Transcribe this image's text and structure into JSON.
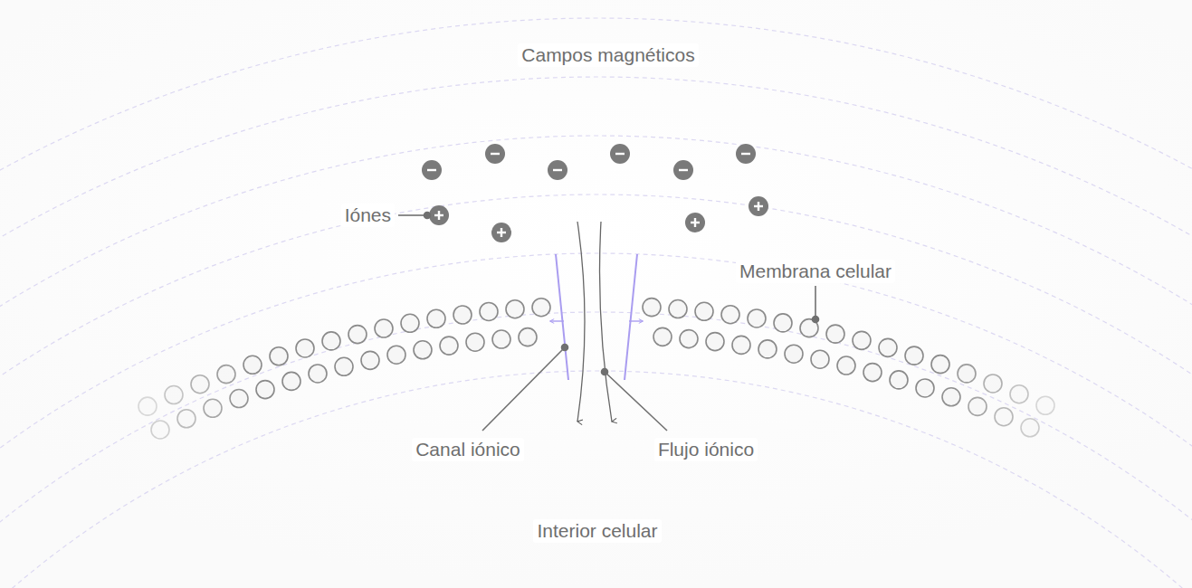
{
  "diagram": {
    "labels": [
      "Campos magnéticos",
      "Iónes",
      "Membrana celular",
      "Canal iónico",
      "Flujo iónico",
      "Interior celular"
    ]
  }
}
